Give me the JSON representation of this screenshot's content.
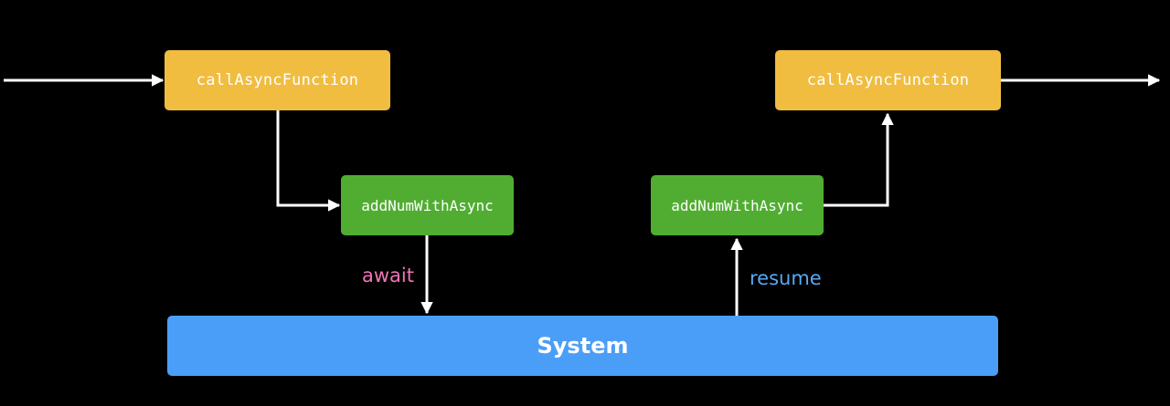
{
  "nodes": {
    "call_start": "callAsyncFunction",
    "add_left": "addNumWithAsync",
    "add_right": "addNumWithAsync",
    "call_end": "callAsyncFunction",
    "system": "System"
  },
  "edge_labels": {
    "await": "await",
    "resume": "resume"
  },
  "colors": {
    "background": "#000000",
    "function_node": "#f0bd41",
    "async_node": "#51ad32",
    "system_node": "#4b9ef7",
    "await_label": "#f074b5",
    "resume_label": "#56a9f5",
    "arrows": "#ffffff"
  }
}
